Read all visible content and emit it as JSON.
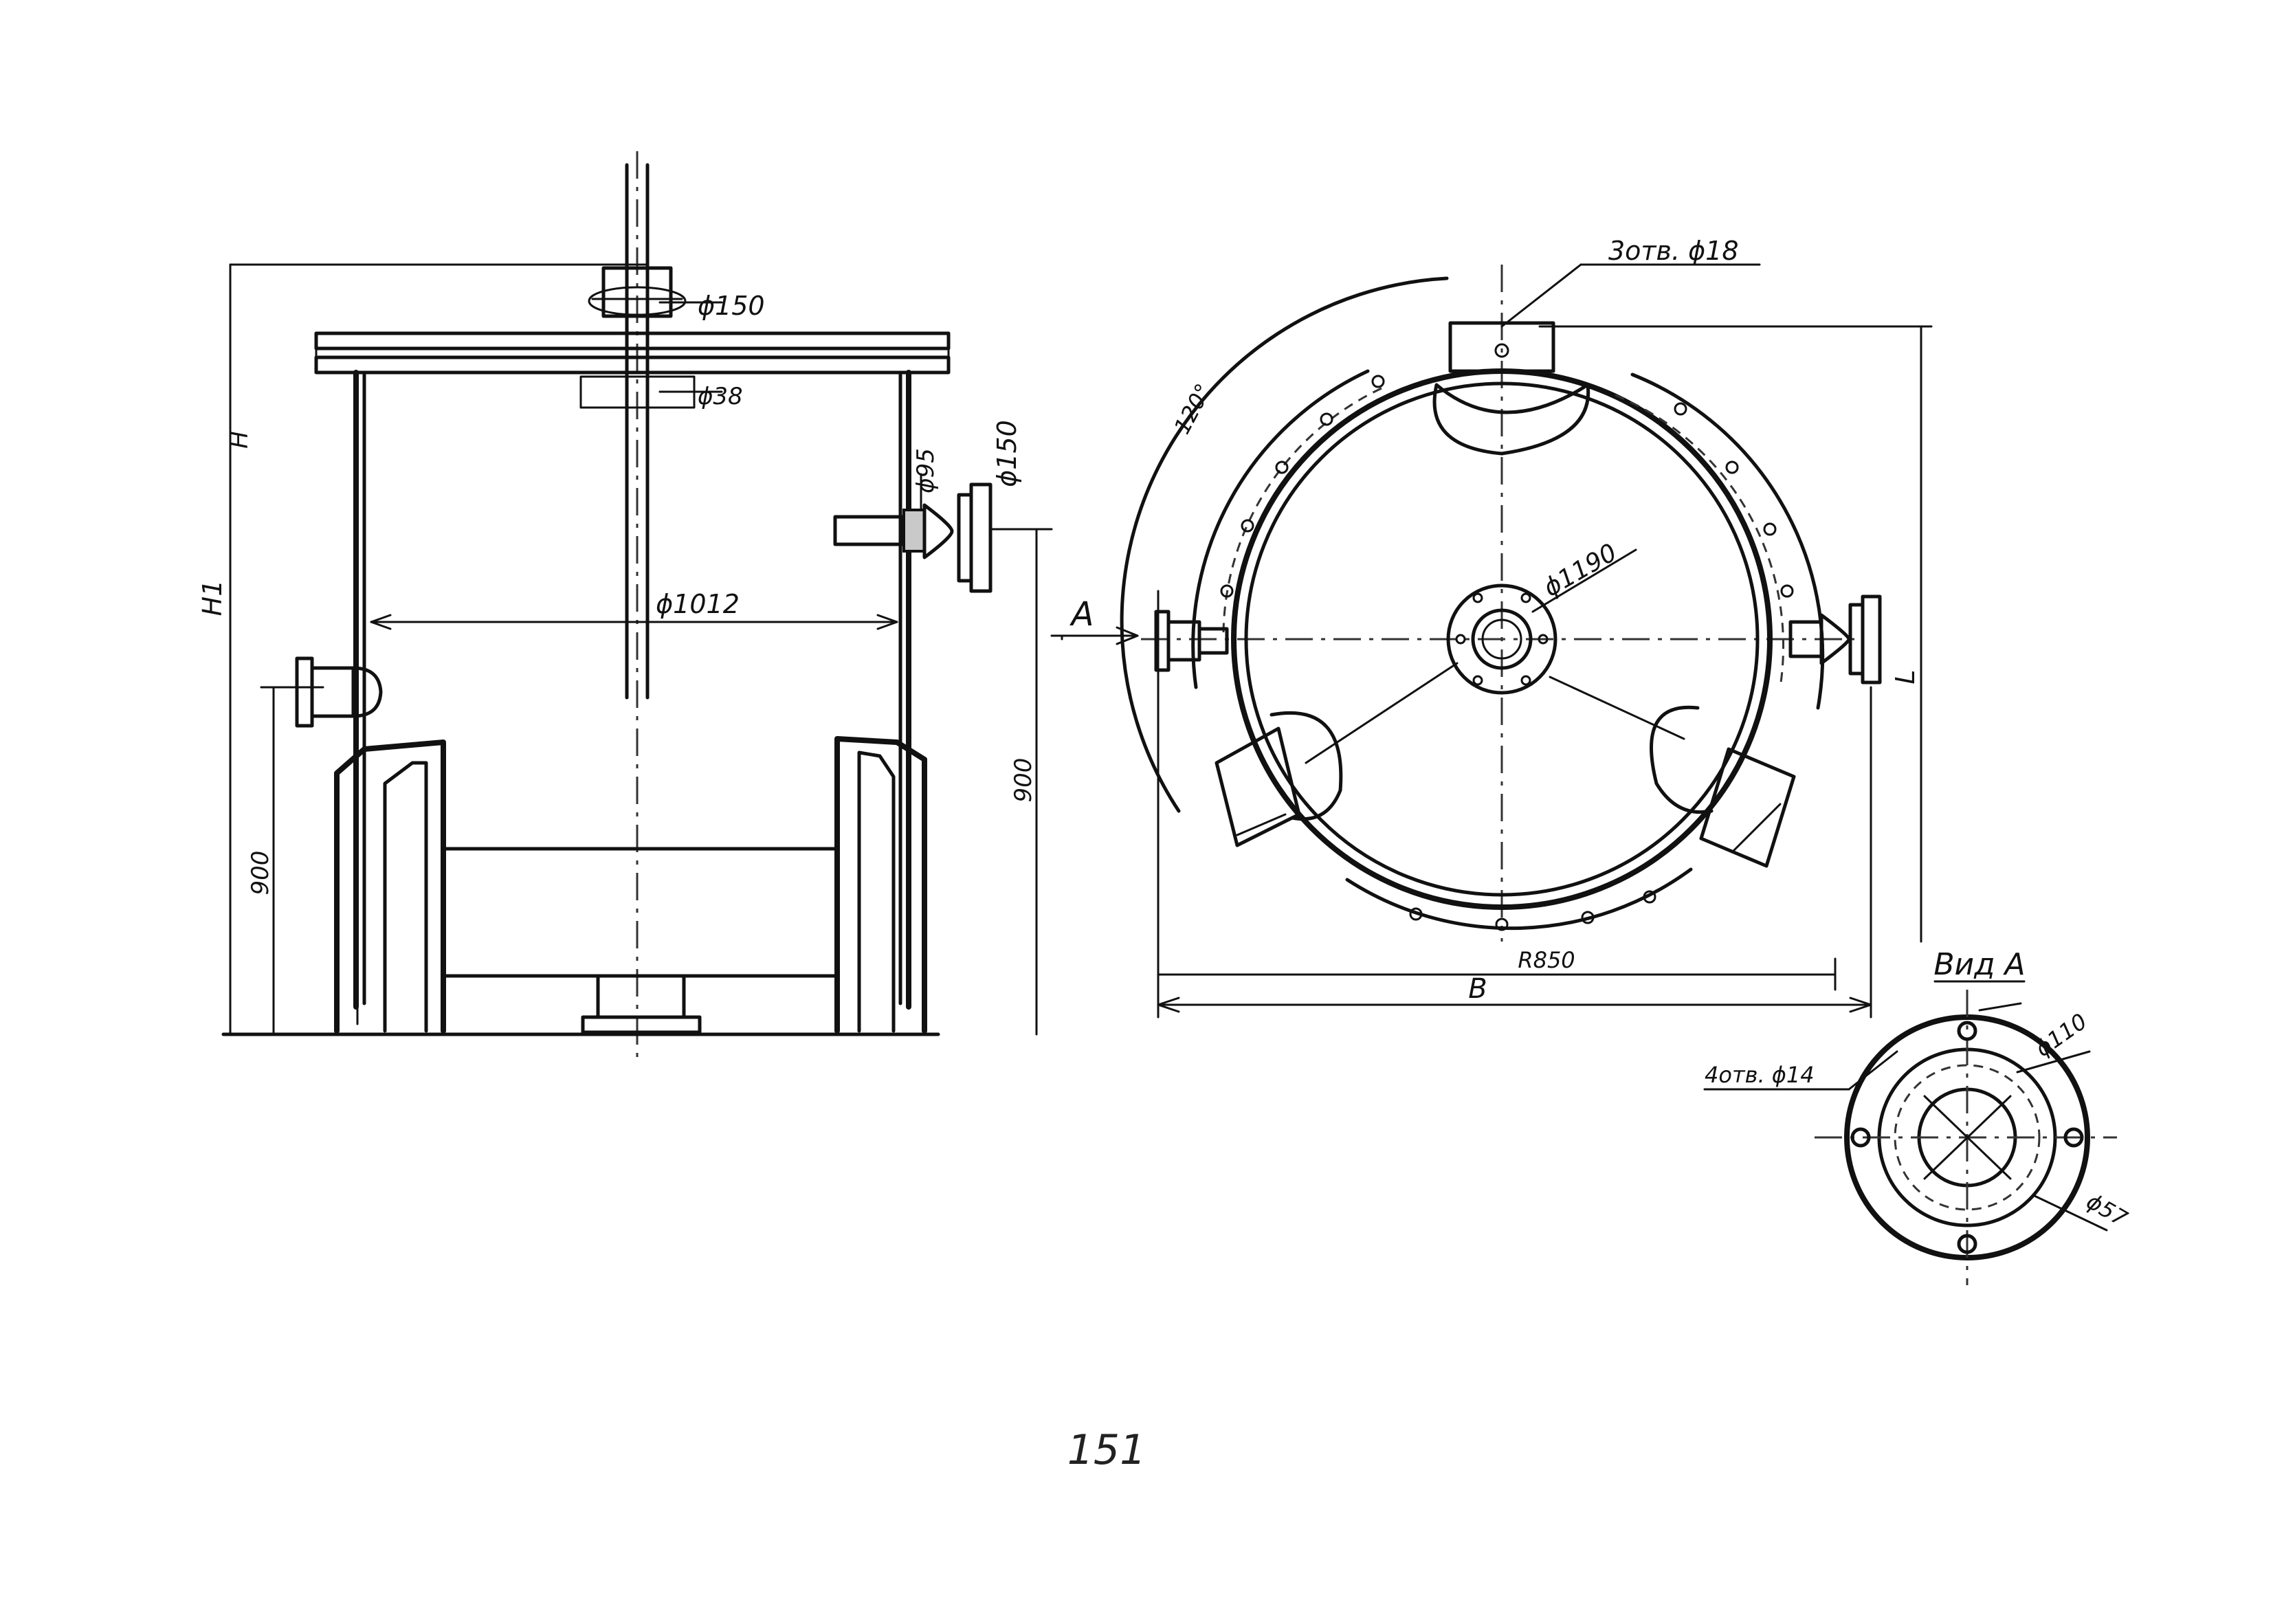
{
  "side_view": {
    "dim_top_flange": "ϕ150",
    "dim_shaft": "ϕ38",
    "dim_nozzle_flange": "ϕ150",
    "dim_nozzle_pipe": "ϕ95",
    "dim_shell": "ϕ1012",
    "dim_height_h": "H",
    "dim_height_h1": "H1",
    "dim_right_900": "900",
    "dim_left_900": "900"
  },
  "plan_view": {
    "label_hole_group": "3отв. ϕ18",
    "dim_shell": "ϕ1190",
    "dim_angle": "120°",
    "label_arrow_a": "A",
    "dim_r850": "R850",
    "dim_b": "B",
    "dim_l": "L"
  },
  "detail_view": {
    "title": "Вид А",
    "label_holes": "4отв. ϕ14",
    "dim_outer": "ϕ110",
    "dim_inner": "ϕ57"
  },
  "page_number": "151"
}
